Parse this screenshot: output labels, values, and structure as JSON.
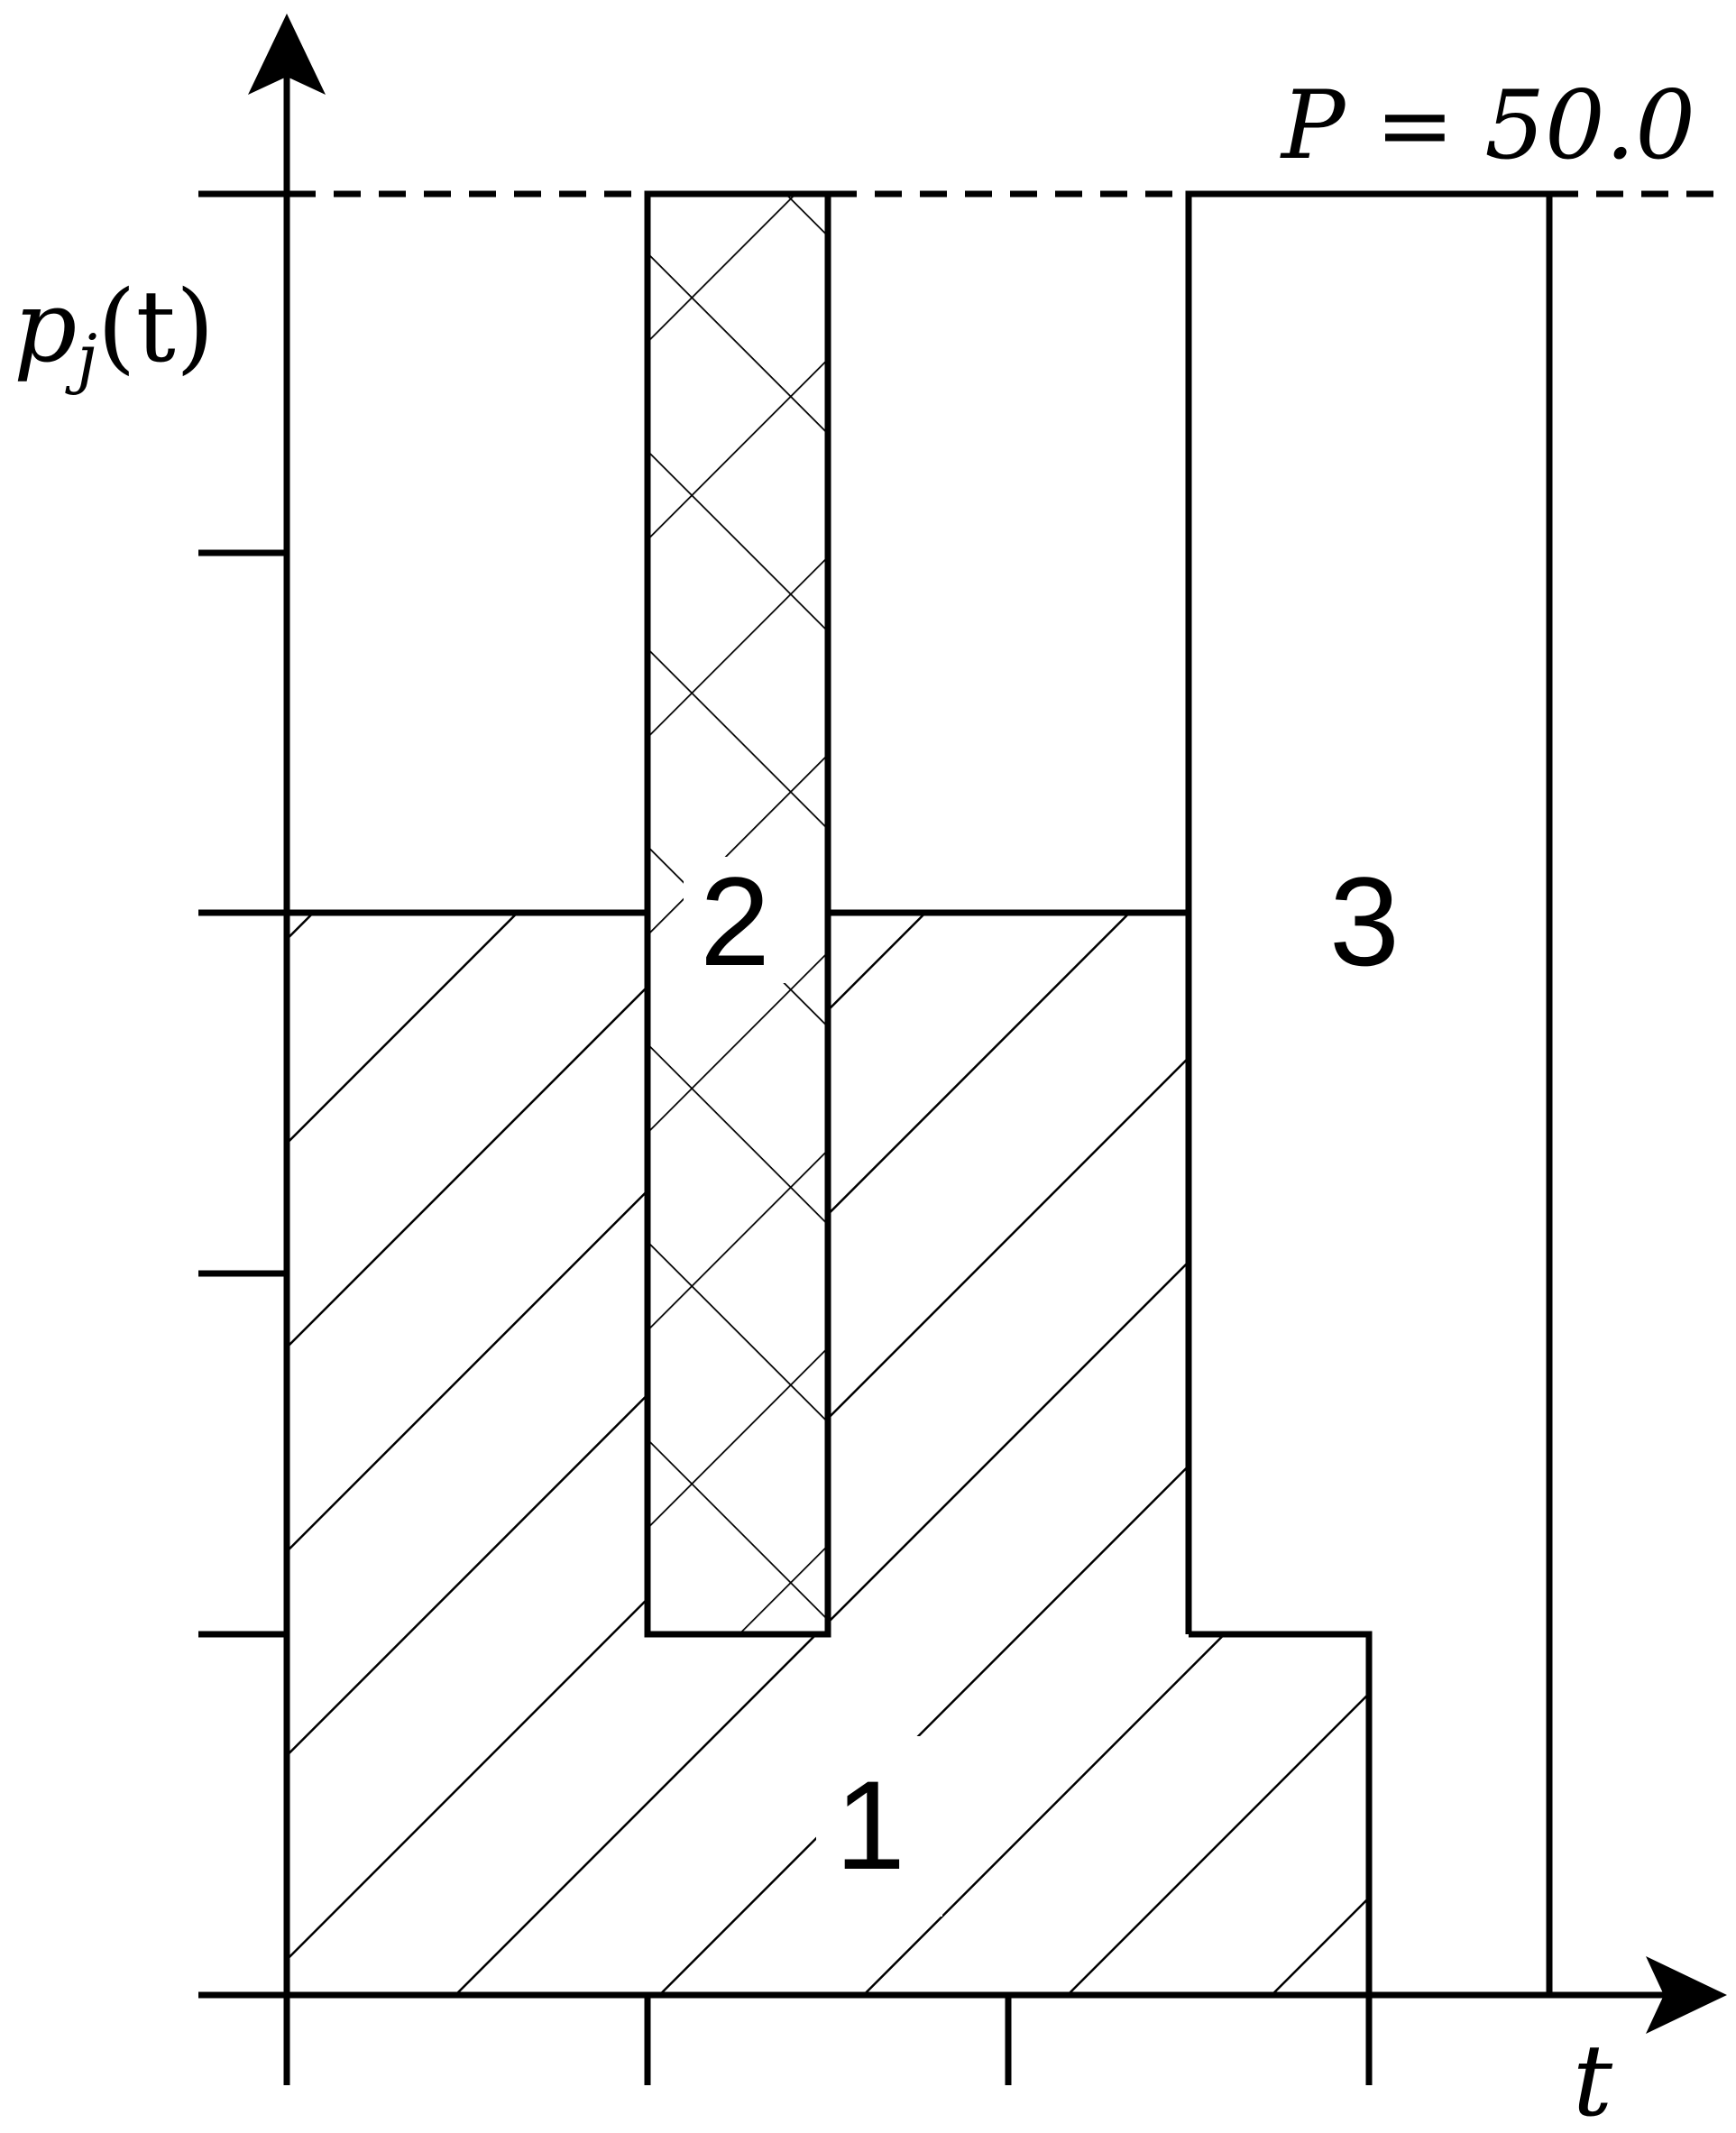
{
  "diagram": {
    "y_axis_label": "p",
    "y_axis_label_sub": "j",
    "y_axis_label_arg": "(t)",
    "x_axis_label": "t",
    "capacity_label": "P = 50.0",
    "jobs": [
      {
        "id": "1",
        "label": "1",
        "pattern": "diagonal-hatch"
      },
      {
        "id": "2",
        "label": "2",
        "pattern": "cross-hatch"
      },
      {
        "id": "3",
        "label": "3",
        "pattern": "none"
      }
    ]
  }
}
